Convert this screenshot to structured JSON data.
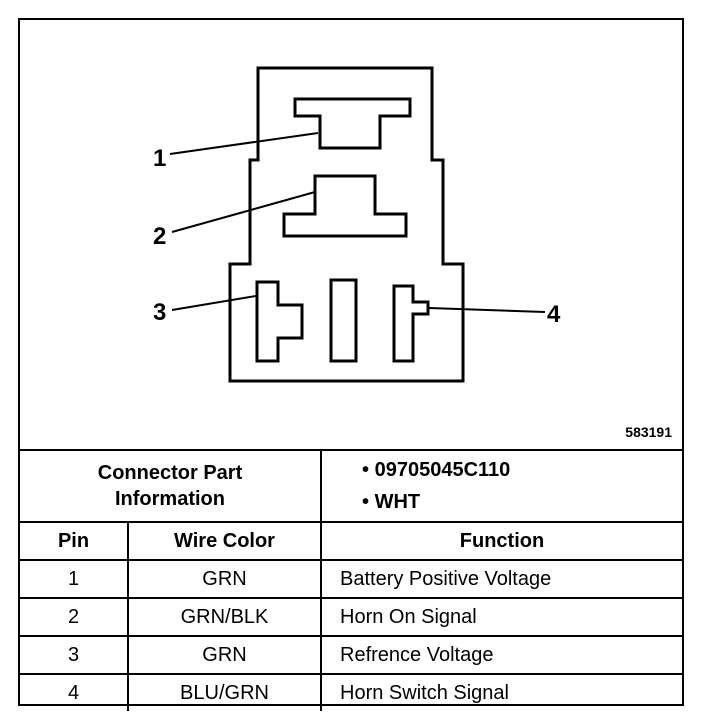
{
  "diagram": {
    "pin_labels": [
      "1",
      "2",
      "3",
      "4"
    ],
    "figure_id": "583191"
  },
  "connector_info": {
    "label_line1": "Connector Part",
    "label_line2": "Information",
    "part_number": "09705045C110",
    "color": "WHT",
    "bullet": "•"
  },
  "table": {
    "headers": {
      "pin": "Pin",
      "wire_color": "Wire Color",
      "function": "Function"
    },
    "rows": [
      {
        "pin": "1",
        "wire_color": "GRN",
        "function": "Battery Positive Voltage"
      },
      {
        "pin": "2",
        "wire_color": "GRN/BLK",
        "function": "Horn On Signal"
      },
      {
        "pin": "3",
        "wire_color": "GRN",
        "function": "Refrence Voltage"
      },
      {
        "pin": "4",
        "wire_color": "BLU/GRN",
        "function": "Horn Switch Signal"
      }
    ]
  }
}
